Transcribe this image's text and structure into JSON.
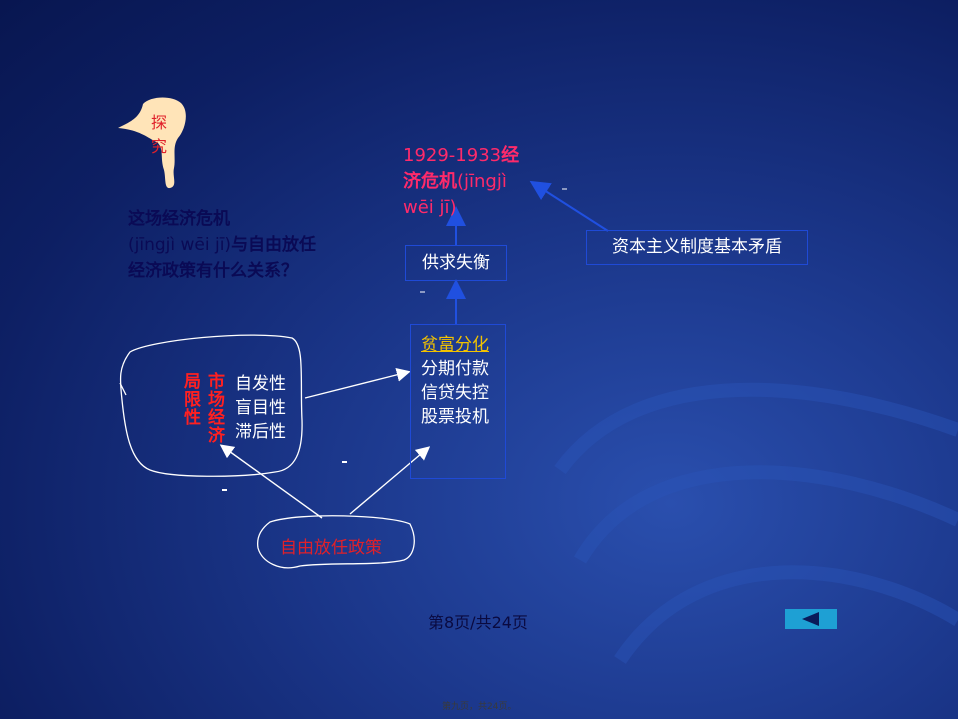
{
  "slide": {
    "tanjiu_label": "探究",
    "title_line1": "1929-1933",
    "title_line1_bold": "经",
    "title_line2_bold": "济危机",
    "title_line2_pinyin": "(jīngjì",
    "title_line3_pinyin": "wēi jī)",
    "question_part1": "这场经济危机",
    "question_pinyin": "(jīngjì wēi jī)",
    "question_part2": "与自由放任经济政策有什么关系？",
    "supply_demand": "供求失衡",
    "basic_contradiction": "资本主义制度基本矛盾",
    "causes_highlight": "贫富分化",
    "causes_rest": "分期付款信贷失控股票投机",
    "market_economy": "市场经济",
    "limitation": "局限性",
    "trait_1": "自发性",
    "trait_2": "盲目性",
    "trait_3": "滞后性",
    "laissez_faire": "自由放任政策",
    "page_indicator": "第8页/共24页",
    "footer_note": "第九页，共24页。"
  },
  "colors": {
    "background": "#0d1f63",
    "title_red": "#ff2a6a",
    "highlight_yellow": "#f2c200",
    "box_border": "#1f4ad6",
    "button_blue": "#1ea0d4"
  }
}
